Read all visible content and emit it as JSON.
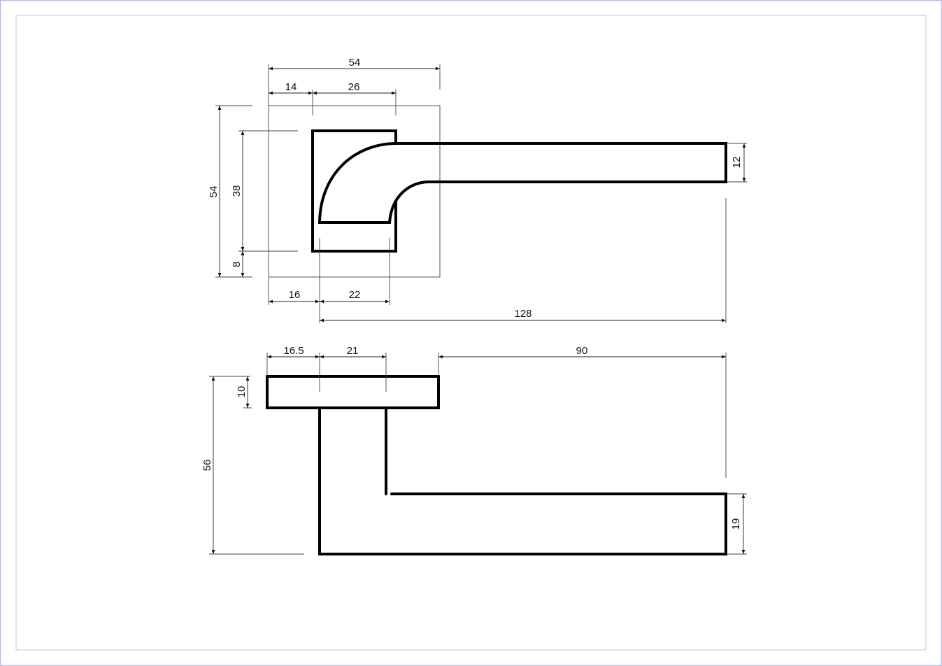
{
  "drawing": {
    "top_view": {
      "dims": {
        "rose_width": "54",
        "offset_left": "14",
        "rose_inner_width": "26",
        "rose_height": "54",
        "inner_height": "38",
        "bottom_offset": "8",
        "lever_offset": "16",
        "lever_neck": "22",
        "lever_length": "128",
        "lever_thickness": "12"
      }
    },
    "side_view": {
      "dims": {
        "rose_offset": "16.5",
        "stem_width": "21",
        "lever_reach": "90",
        "rose_thickness": "10",
        "total_height": "56",
        "lever_height": "19"
      }
    },
    "colors": {
      "frame": "#b8b8f0",
      "border": "#c8c8c8",
      "line": "#000000"
    }
  }
}
